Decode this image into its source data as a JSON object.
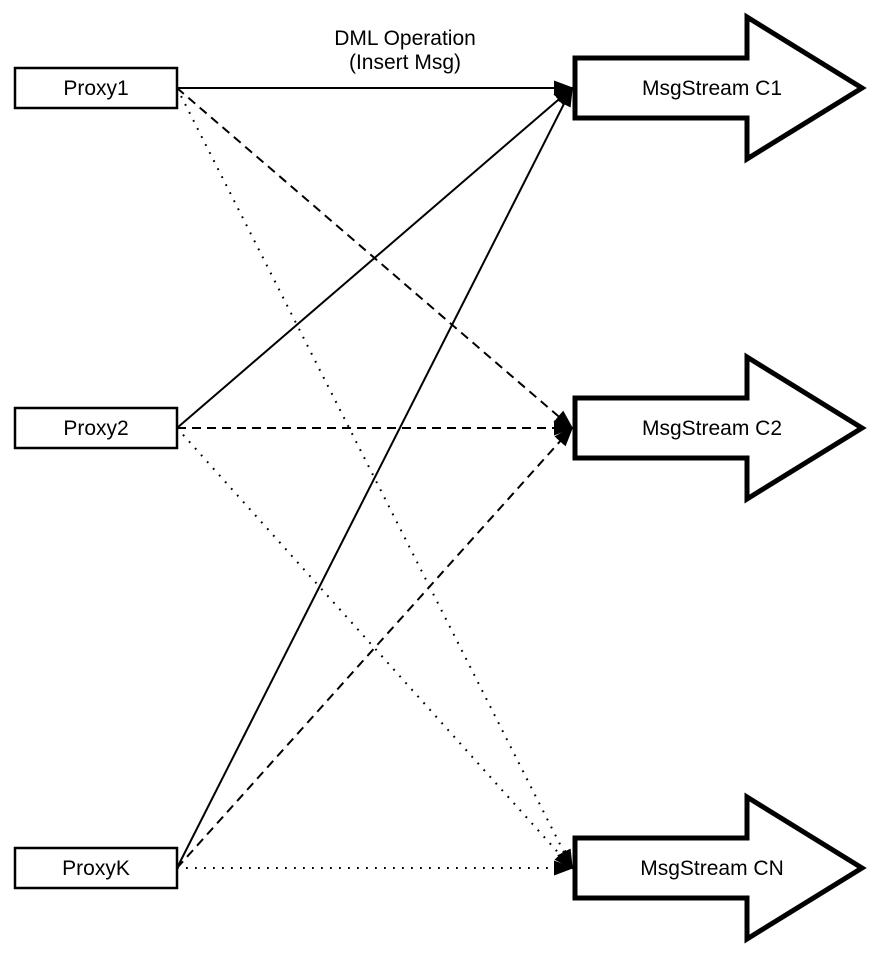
{
  "diagram": {
    "annotation": {
      "line1": "DML Operation",
      "line2": "(Insert Msg)"
    },
    "proxies": [
      {
        "id": "proxy1",
        "label": "Proxy1"
      },
      {
        "id": "proxy2",
        "label": "Proxy2"
      },
      {
        "id": "proxyk",
        "label": "ProxyK"
      }
    ],
    "streams": [
      {
        "id": "c1",
        "label": "MsgStream C1"
      },
      {
        "id": "c2",
        "label": "MsgStream C2"
      },
      {
        "id": "cn",
        "label": "MsgStream CN"
      }
    ],
    "edges": [
      {
        "from": 0,
        "to": 0,
        "style": "solid"
      },
      {
        "from": 0,
        "to": 1,
        "style": "dashed"
      },
      {
        "from": 0,
        "to": 2,
        "style": "dotted"
      },
      {
        "from": 1,
        "to": 0,
        "style": "solid"
      },
      {
        "from": 1,
        "to": 1,
        "style": "dashed"
      },
      {
        "from": 1,
        "to": 2,
        "style": "dotted"
      },
      {
        "from": 2,
        "to": 0,
        "style": "solid"
      },
      {
        "from": 2,
        "to": 1,
        "style": "dashed"
      },
      {
        "from": 2,
        "to": 2,
        "style": "dotted"
      }
    ],
    "colors": {
      "background": "#ffffff",
      "line": "#000000",
      "shape_fill": "#ffffff",
      "text": "#000000"
    }
  }
}
